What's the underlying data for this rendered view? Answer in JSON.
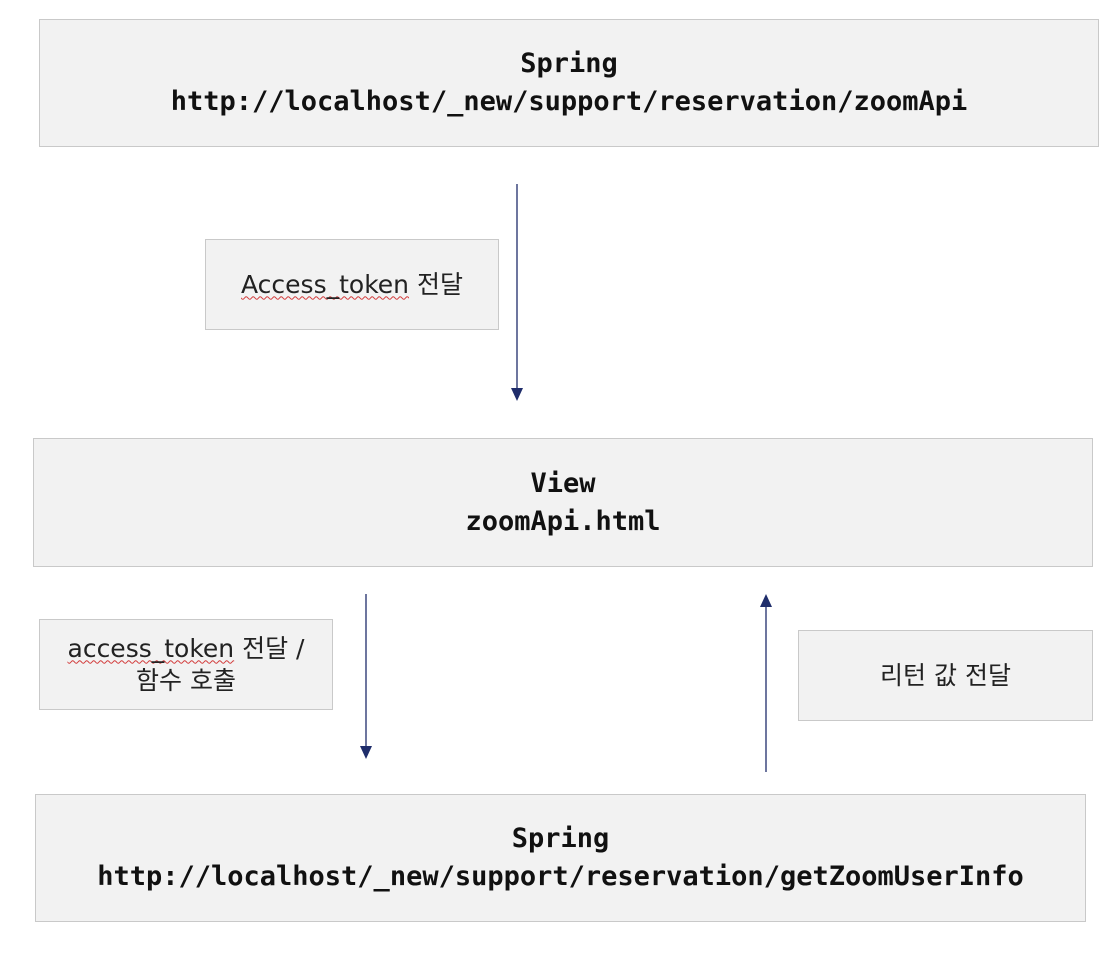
{
  "nodes": {
    "top": {
      "title": "Spring",
      "url": "http://localhost/_new/support/reservation/zoomApi"
    },
    "middle": {
      "title": "View",
      "file": "zoomApi.html"
    },
    "bottom": {
      "title": "Spring",
      "url": "http://localhost/_new/support/reservation/getZoomUserInfo"
    }
  },
  "edge_labels": {
    "top_to_middle": {
      "token": "Access_token",
      "rest": " 전달"
    },
    "middle_to_bottom": {
      "token": "access_token",
      "rest": " 전달 /",
      "line2": "함수 호출"
    },
    "bottom_to_middle": {
      "text": "리턴 값 전달"
    }
  },
  "colors": {
    "arrow": "#1f2d6b",
    "box_fill": "#f2f2f2",
    "box_border": "#c9c9c9",
    "spellcheck_underline": "#d23b3b"
  }
}
